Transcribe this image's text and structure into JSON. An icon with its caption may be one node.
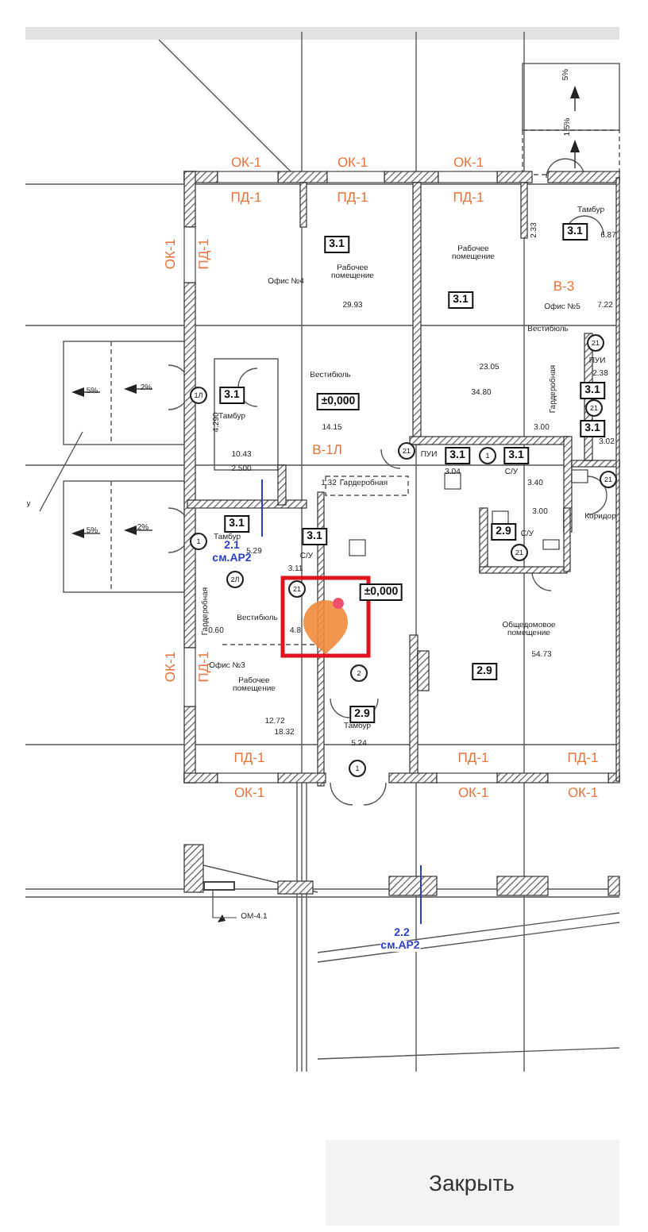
{
  "diagram": {
    "nodes": [
      {
        "text": [
          "3.1"
        ]
      },
      {
        "text": [
          "3.1"
        ]
      },
      {
        "text": [
          "3.1"
        ]
      },
      {
        "text": [
          "21"
        ]
      },
      {
        "text": [
          "±0,000"
        ]
      },
      {
        "text": [
          "3.1"
        ]
      },
      {
        "text": [
          "1Л"
        ]
      },
      {
        "text": [
          "3.1"
        ]
      },
      {
        "text": [
          "21"
        ]
      },
      {
        "text": [
          "3.1"
        ]
      },
      {
        "text": [
          "21"
        ]
      },
      {
        "text": [
          "3.1"
        ]
      },
      {
        "text": [
          "1"
        ]
      },
      {
        "text": [
          "3.1"
        ]
      },
      {
        "text": [
          "21"
        ]
      },
      {
        "text": [
          "3.1"
        ]
      },
      {
        "text": [
          "2.9"
        ]
      },
      {
        "text": [
          "1"
        ]
      },
      {
        "text": [
          "3.1"
        ]
      },
      {
        "text": [
          "21"
        ]
      },
      {
        "text": [
          "2Л"
        ]
      },
      {
        "text": [
          "±0,000"
        ]
      },
      {
        "text": [
          "21"
        ]
      },
      {
        "text": [
          "2"
        ]
      },
      {
        "text": [
          "2.9"
        ]
      },
      {
        "text": [
          "2.9"
        ]
      },
      {
        "text": [
          "1"
        ]
      },
      {
        "text": [
          "ОМ-4.1"
        ]
      },
      {
        "text": [],
        "shape": "bar"
      }
    ],
    "edges": [
      {
        "from": 27,
        "to": 28,
        "arrow": "none"
      }
    ],
    "labels": [
      "5%",
      "1.5%",
      "ОК-1",
      "ОК-1",
      "ОК-1",
      "ПД-1",
      "ПД-1",
      "ПД-1",
      "Тамбур",
      "2.33",
      "6.87",
      "ОК-1",
      "ПД-1",
      "Рабочее помещение",
      "Рабочее помещение",
      "Офис №4",
      "В-3",
      "29.93",
      "Офис №5",
      "7.22",
      "Вестибюль",
      "Вестибюль",
      "23.05",
      "34.80",
      "ПУИ",
      "2.38",
      "5%",
      "2%",
      "Гардеробная",
      "Тамбур",
      "4.290",
      "14.15",
      "3.00",
      "3.02",
      "10.43",
      "В-1Л",
      "ПУИ",
      "2.500",
      "3.04",
      "С/У",
      "1.32",
      "Гардеробная",
      "3.40",
      "у",
      "3.00",
      "Коридор",
      "5%",
      "2%",
      "С/У",
      "Тамбур",
      "2.1",
      "см.АР2",
      "5.29",
      "С/У",
      "3.11",
      "Гардеробная",
      "0.60",
      "Вестибюль",
      "4.8",
      "Общедомовое помещение",
      "54.73",
      "ОК-1",
      "ПД-1",
      "Офис №3",
      "Рабочее помещение",
      "12.72",
      "18.32",
      "Тамбур",
      "5.24",
      "ПД-1",
      "ПД-1",
      "ПД-1",
      "ОК-1",
      "ОК-1",
      "ОК-1",
      "2.2",
      "см.АР2",
      "Закрыть"
    ]
  }
}
